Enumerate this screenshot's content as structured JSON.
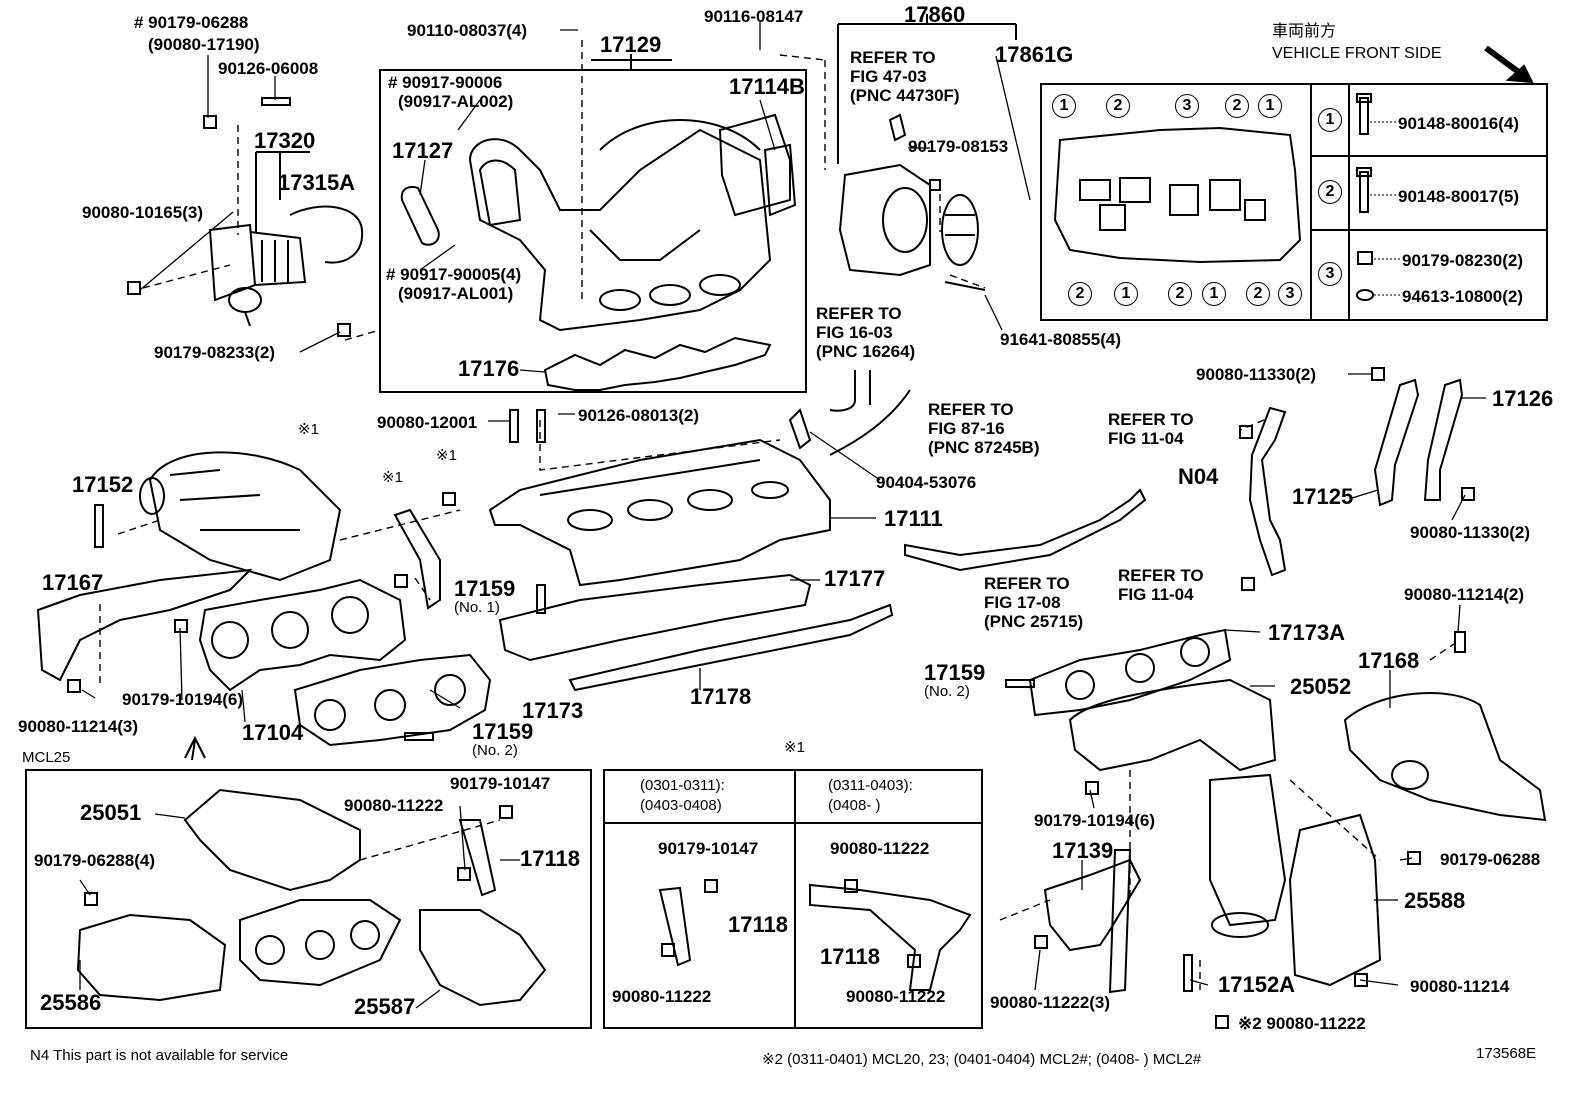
{
  "header": {
    "vehicle_front_jp": "車両前方",
    "vehicle_front_en": "VEHICLE FRONT SIDE",
    "group_17860": "17860"
  },
  "parts": {
    "p90179_06288_top": "# 90179-06288",
    "p90080_17190": "(90080-17190)",
    "p90126_06008": "90126-06008",
    "p17320": "17320",
    "p17315A": "17315A",
    "p90080_10165": "90080-10165(3)",
    "p90179_08233": "90179-08233(2)",
    "p90110_08037": "90110-08037(4)",
    "p17129": "17129",
    "p90917_90006": "# 90917-90006",
    "p90917_AL002": "(90917-AL002)",
    "p17127": "17127",
    "p17114B": "17114B",
    "p90917_90005": "# 90917-90005(4)",
    "p90917_AL001": "(90917-AL001)",
    "p17176": "17176",
    "p90116_08147": "90116-08147",
    "p17861G": "17861G",
    "p90179_08153": "90179-08153",
    "p91641_80855": "91641-80855(4)",
    "p90080_12001": "90080-12001",
    "p90126_08013": "90126-08013(2)",
    "p90404_53076": "90404-53076",
    "p17111": "17111",
    "p17152": "17152",
    "p17167": "17167",
    "p17159_no1": "17159",
    "p17159_no1_sub": "(No. 1)",
    "p17177": "17177",
    "p17178": "17178",
    "p90179_10194_6_left": "90179-10194(6)",
    "p90080_11214_3": "90080-11214(3)",
    "p17104": "17104",
    "p17173": "17173",
    "p17159_no2_left": "17159",
    "p17159_no2_left_sub": "(No. 2)",
    "x1_a": "※1",
    "x1_b": "※1",
    "x1_c": "※1",
    "x1_d": "※1",
    "p90080_11330_top": "90080-11330(2)",
    "p17126": "17126",
    "pN04": "N04",
    "p17125": "17125",
    "p90080_11330_bot": "90080-11330(2)",
    "p90080_11214_2": "90080-11214(2)",
    "p17173A": "17173A",
    "p17159_no2_right": "17159",
    "p17159_no2_right_sub": "(No. 2)",
    "p25052": "25052",
    "p17168": "17168",
    "p90179_10194_6_right": "90179-10194(6)",
    "p17139": "17139",
    "p90179_06288_right": "90179-06288",
    "p25588": "25588",
    "p90080_11222_3": "90080-11222(3)",
    "p17152A": "17152A",
    "p90080_11214_right": "90080-11214",
    "p90080_11222_bot": "※2  90080-11222"
  },
  "refs": {
    "fig47": "REFER TO\nFIG 47-03\n(PNC 44730F)",
    "fig16": "REFER TO\nFIG 16-03\n(PNC 16264)",
    "fig87": "REFER TO\nFIG 87-16\n(PNC 87245B)",
    "fig11a": "REFER TO\nFIG 11-04",
    "fig17": "REFER TO\nFIG 17-08\n(PNC 25715)",
    "fig11b": "REFER TO\nFIG 11-04"
  },
  "legend": {
    "r1": "90148-80016(4)",
    "r2": "90148-80017(5)",
    "r3a": "90179-08230(2)",
    "r3b": "94613-10800(2)",
    "n1": "1",
    "n2": "2",
    "n3": "3"
  },
  "mcl25": {
    "title": "MCL25",
    "p25051": "25051",
    "p90080_11222": "90080-11222",
    "p90179_10147": "90179-10147",
    "p90179_06288_4": "90179-06288(4)",
    "p17118": "17118",
    "p25586": "25586",
    "p25587": "25587"
  },
  "x1box": {
    "left_head1": "(0301-0311):",
    "left_head2": "(0403-0408)",
    "right_head1": "(0311-0403):",
    "right_head2": "(0408-       )",
    "l_90179_10147": "90179-10147",
    "l_17118": "17118",
    "l_90080_11222": "90080-11222",
    "r_90080_11222_top": "90080-11222",
    "r_17118": "17118",
    "r_90080_11222_bot": "90080-11222",
    "marker": "※1"
  },
  "footer": {
    "note": "N4  This part is not available for service",
    "x2note": "※2  (0311-0401) MCL20, 23; (0401-0404) MCL2#; (0408-        ) MCL2#",
    "code": "173568E"
  }
}
